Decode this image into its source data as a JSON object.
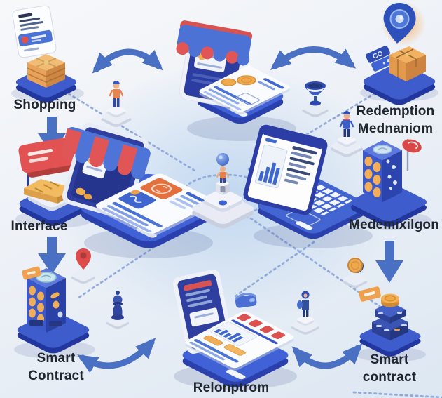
{
  "diagram_title_visible": false,
  "labels": {
    "shopping": "Shopping",
    "interface": "Interface",
    "smart_contract_left": [
      "Smart",
      "Contract"
    ],
    "redemption": [
      "Redemption",
      "Mednaniom"
    ],
    "mechanism": "Medemixilgon",
    "smart_contract_right": [
      "Smart",
      "contract"
    ],
    "receipt_device": "Relonptrom",
    "binder_spine": "CO"
  },
  "icons": {
    "receipt_package": "receipt card above parcel stack on blue platform",
    "signboard_gold_bar": "red signboard over gold bar on platform",
    "token_tower": "blue tower studded with gold coins",
    "storefront_laptop": "open device with striped awning and product card",
    "shop_phone": "open shop device with awning, coins and lines",
    "analytics_laptop": "laptop with bar chart screen",
    "globe_figure": "figure holding globe on pedestal inside dashed ring",
    "location_pin_package": "location pin over parcel and binder",
    "dice_tower_flag": "coin-dotted block tower with red flag",
    "coin_block": "layered block with gold coin on top",
    "open_document_device": "open device with chart page and gold bars",
    "decor": [
      "person-figure",
      "goblet",
      "uniformed-person",
      "red-map-pin",
      "chess-piece",
      "blue-figure",
      "gold-coin",
      "blue-wallet",
      "orange-tag"
    ]
  },
  "palette": {
    "arrow_blue": "#4a70c4",
    "platform_blue": "#3f5ccd",
    "platform_side_blue": "#2a41ab",
    "device_navy": "#2e3f9f",
    "screen_navy": "#25348c",
    "accent_red": "#e05656",
    "parcel_orange": "#e8a259",
    "gold": "#f0ad58",
    "teal_disc": "#cfe9ef",
    "dash_blue": "#8ea8d8",
    "pedestal_grey": "#e9edf5",
    "label_text": "#20262f",
    "background_tint": "#a8c8ea"
  }
}
